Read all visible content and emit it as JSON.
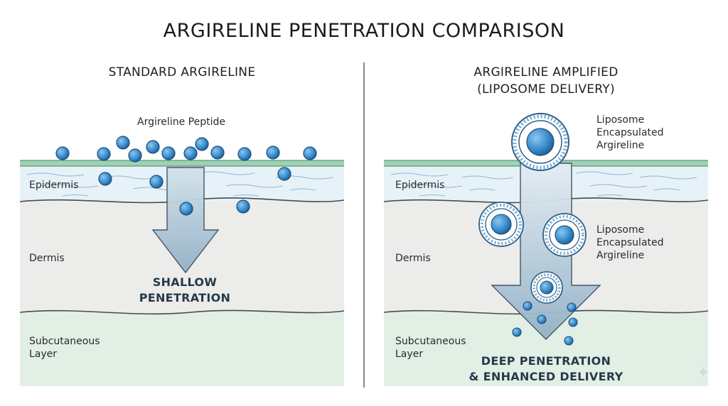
{
  "title": "ARGIRELINE PENETRATION COMPARISON",
  "left": {
    "title": "STANDARD ARGIRELINE",
    "peptide_label": "Argireline Peptide",
    "epidermis": "Epidermis",
    "dermis": "Dermis",
    "subcutaneous_line1": "Subcutaneous",
    "subcutaneous_line2": "Layer",
    "arrow_line1": "SHALLOW",
    "arrow_line2": "PENETRATION"
  },
  "right": {
    "title_line1": "ARGIRELINE AMPLIFIED",
    "title_line2": "(LIPOSOME DELIVERY)",
    "liposome_top_line1": "Liposome",
    "liposome_top_line2": "Encapsulated",
    "liposome_top_line3": "Argireline",
    "liposome_mid_line1": "Liposome",
    "liposome_mid_line2": "Encapsulated",
    "liposome_mid_line3": "Argireline",
    "epidermis": "Epidermis",
    "dermis": "Dermis",
    "subcutaneous_line1": "Subcutaneous",
    "subcutaneous_line2": "Layer",
    "arrow_line1": "DEEP PENETRATION",
    "arrow_line2": "& ENHANCED DELIVERY"
  },
  "colors": {
    "epidermis": "#e6f2f8",
    "surface_line": "#8cc2a2",
    "dermis": "#ececeb",
    "subcutaneous": "#e2efe5",
    "peptide": "#3d8fcf",
    "arrow": "#a9c2d4"
  }
}
